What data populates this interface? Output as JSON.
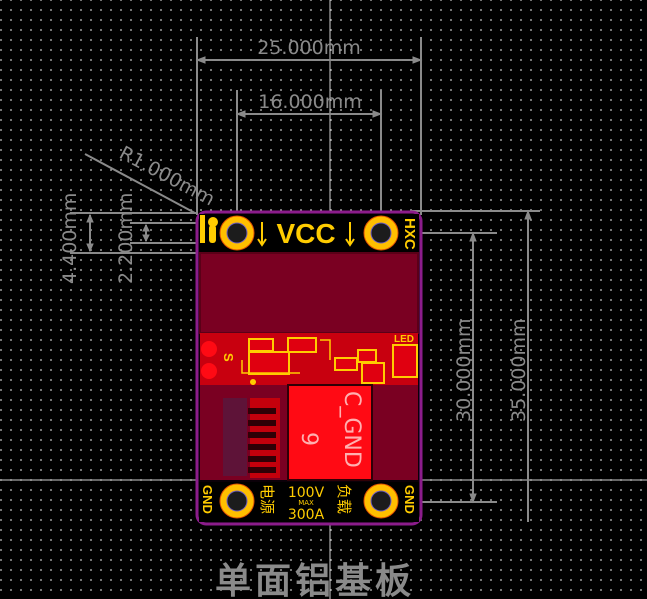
{
  "dimensions": {
    "width_total": "25.000mm",
    "width_holes": "16.000mm",
    "radius": "R1.000mm",
    "offset_outer": "4.400mm",
    "offset_inner": "2.200mm",
    "height_holes": "30.000mm",
    "height_total": "35.000mm"
  },
  "silkscreen": {
    "top_label": "VCC",
    "top_right_label": "HXC",
    "switch_label": "S",
    "led_label": "LED",
    "chip_label_top": "C_GND",
    "chip_label_num": "9",
    "bottom_left_gnd": "GND",
    "bottom_right_gnd": "GND",
    "power_label": "电源",
    "load_label": "负载",
    "rating_voltage": "100V",
    "rating_max": "MAX",
    "rating_current": "300A"
  },
  "title": "单面铝基板",
  "colors": {
    "background": "#000000",
    "board_outline": "#8b1c8b",
    "copper_fill": "#7a0022",
    "copper_top": "#e00010",
    "silkscreen": "#ffcc00",
    "dimension": "#8a8a8a"
  }
}
